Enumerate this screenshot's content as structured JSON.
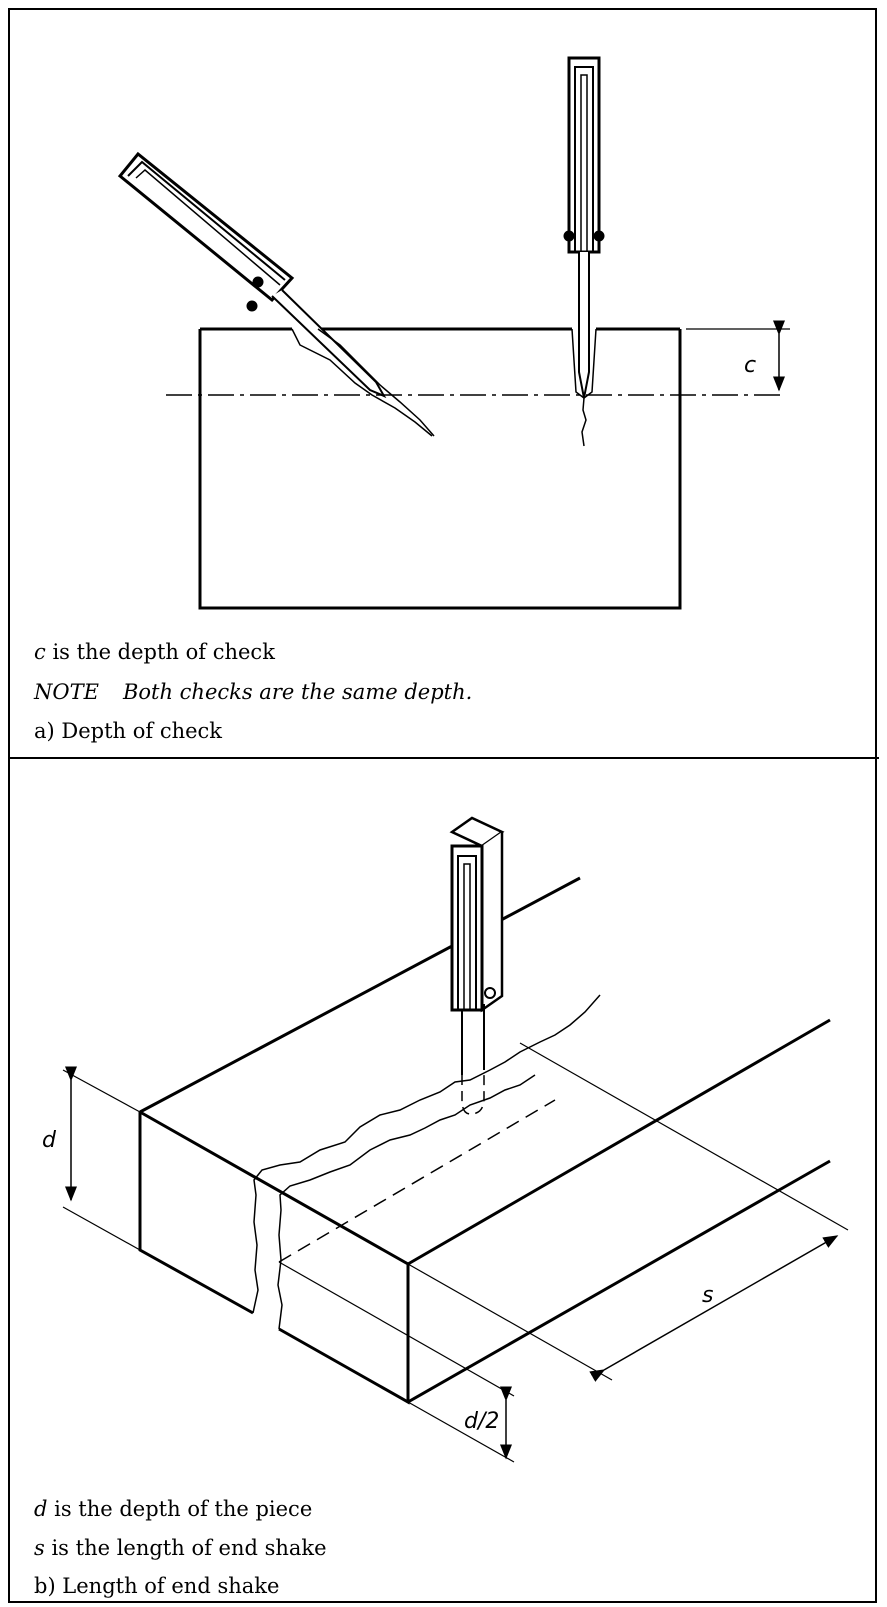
{
  "panel_a": {
    "dimension_label": "c",
    "caption_var": "c",
    "caption_text": " is the depth of check",
    "note_label": "NOTE",
    "note_text": "Both checks are the same depth.",
    "title": "a) Depth of check"
  },
  "panel_b": {
    "dimension_label_d": "d",
    "dimension_label_half": "d/2",
    "dimension_label_s": "s",
    "caption1_var": "d",
    "caption1_text": " is the depth of the piece",
    "caption2_var": "s",
    "caption2_text": " is the length of end shake",
    "title": "b) Length of end shake"
  }
}
